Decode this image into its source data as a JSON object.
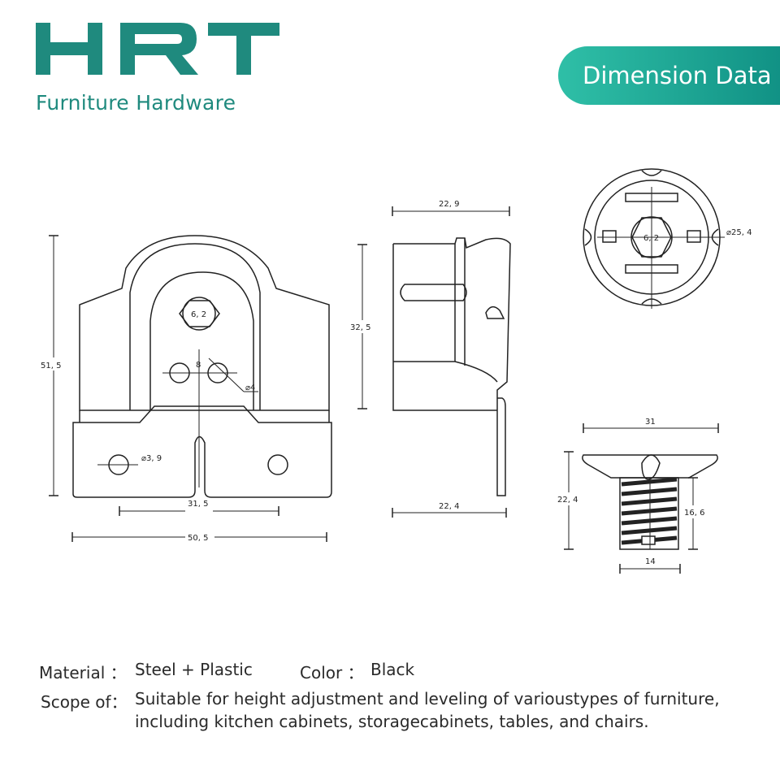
{
  "brand": {
    "logo_text": "HRT",
    "subtitle": "Furniture Hardware",
    "color": "#1f8a7e"
  },
  "badge": {
    "label": "Dimension Data"
  },
  "dimensions": {
    "bracket_height": "51, 5",
    "bracket_width": "50, 5",
    "hole_spacing": "31, 5",
    "hole_dia": "⌀3, 9",
    "pin_spacing": "8",
    "pin_dia": "⌀4",
    "hex_front": "6, 2",
    "side_top": "22, 9",
    "side_height": "32, 5",
    "side_bottom": "22, 4",
    "top_view_hex": "6, 2",
    "top_view_dia": "⌀25, 4",
    "foot_width": "31",
    "foot_height": "22, 4",
    "thread_height": "16, 6",
    "thread_width": "14"
  },
  "specs": {
    "material_label": "Material  ：",
    "material_value": "Steel + Plastic",
    "color_label": "Color ：",
    "color_value": "Black",
    "scope_label": "Scope of：",
    "scope_line1": "Suitable for height adjustment and leveling of varioustypes of furniture,",
    "scope_line2": "including kitchen cabinets, storagecabinets, tables, and chairs."
  }
}
